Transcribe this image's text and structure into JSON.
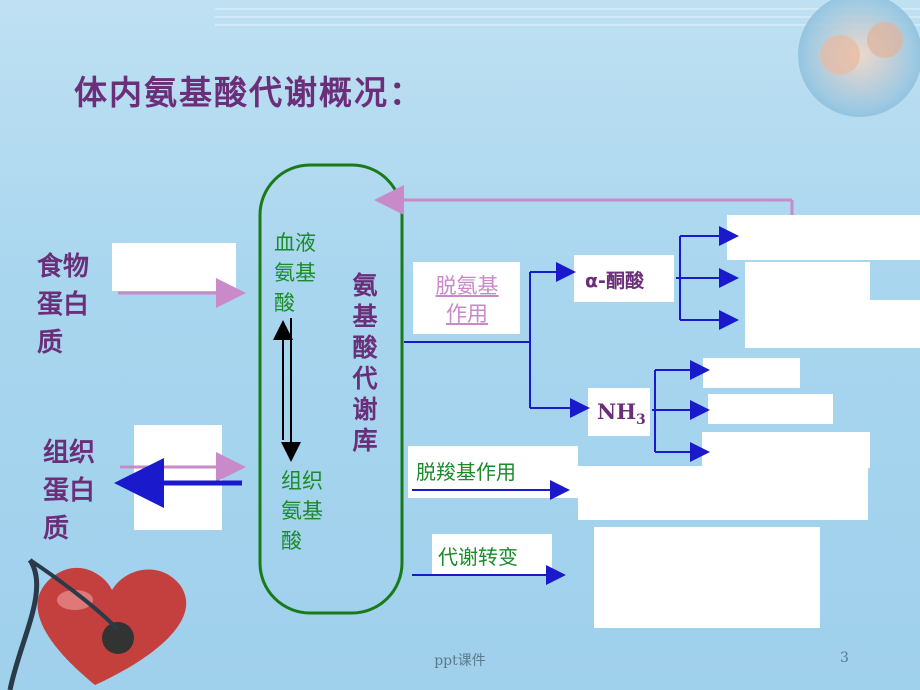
{
  "title": "体内氨基酸代谢概况：",
  "left": {
    "food_protein": [
      "食物",
      "蛋白",
      "质"
    ],
    "tissue_protein": [
      "组织",
      "蛋白",
      "质"
    ]
  },
  "pool": {
    "blood_aa": [
      "血液",
      "氨基",
      "酸"
    ],
    "tissue_aa": [
      "组织",
      "氨基",
      "酸"
    ],
    "pool_label": "氨基酸代谢库"
  },
  "right": {
    "deamination": [
      "脱氨基",
      "作用"
    ],
    "alpha_keto": "α-酮酸",
    "nh3": "NH",
    "nh3_sub": "3",
    "decarboxylation": "脱羧基作用",
    "conversion": "代谢转变"
  },
  "footer": {
    "text": "ppt课件",
    "page": "3"
  },
  "colors": {
    "title": "#6b2f7a",
    "green": "#1a8a2a",
    "arrow_blue": "#1a1acc",
    "arrow_pink": "#c88ac8"
  }
}
